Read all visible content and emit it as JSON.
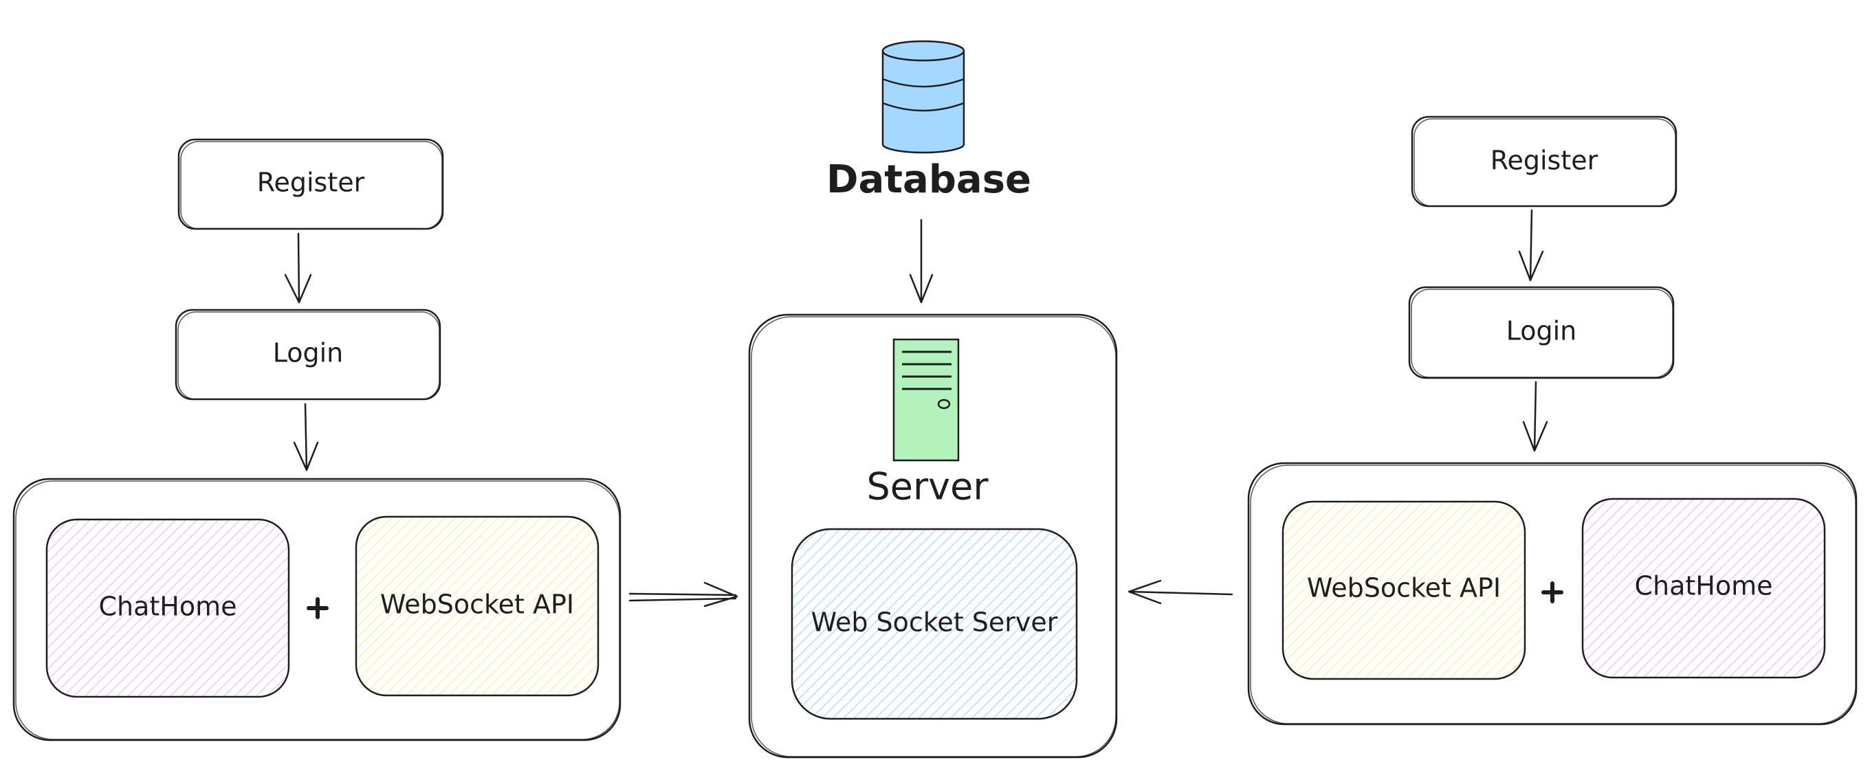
{
  "left_client": {
    "register_label": "Register",
    "login_label": "Login",
    "chathome_label": "ChatHome",
    "plus_symbol": "+",
    "websocket_api_label": "WebSocket API"
  },
  "database": {
    "label": "Database",
    "icon": "database-cylinder-icon",
    "color": "#a5d8ff"
  },
  "server": {
    "label": "Server",
    "icon": "server-tower-icon",
    "color": "#b2f2bb",
    "websocket_server_label": "Web Socket Server"
  },
  "right_client": {
    "register_label": "Register",
    "login_label": "Login",
    "websocket_api_label": "WebSocket API",
    "plus_symbol": "+",
    "chathome_label": "ChatHome"
  },
  "colors": {
    "chathome_fill": "#eebefa",
    "websocket_api_fill": "#ffec99",
    "websocket_server_fill": "#a5d8ff",
    "stroke": "#1e1e1e"
  }
}
